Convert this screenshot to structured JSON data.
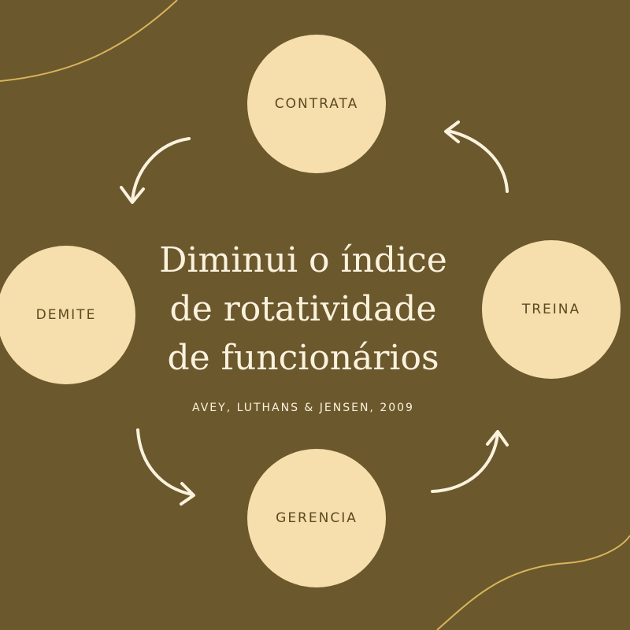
{
  "title_lines": [
    "Diminui o índice",
    "de rotatividade",
    "de funcionários"
  ],
  "citation": "AVEY, LUTHANS & JENSEN, 2009",
  "nodes": {
    "top": "CONTRATA",
    "right": "TREINA",
    "bottom": "GERENCIA",
    "left": "DEMITE"
  },
  "colors": {
    "background": "#6b582d",
    "circle": "#f6dfad",
    "accent_line": "#d9b45a",
    "text_light": "#fbf2de"
  }
}
